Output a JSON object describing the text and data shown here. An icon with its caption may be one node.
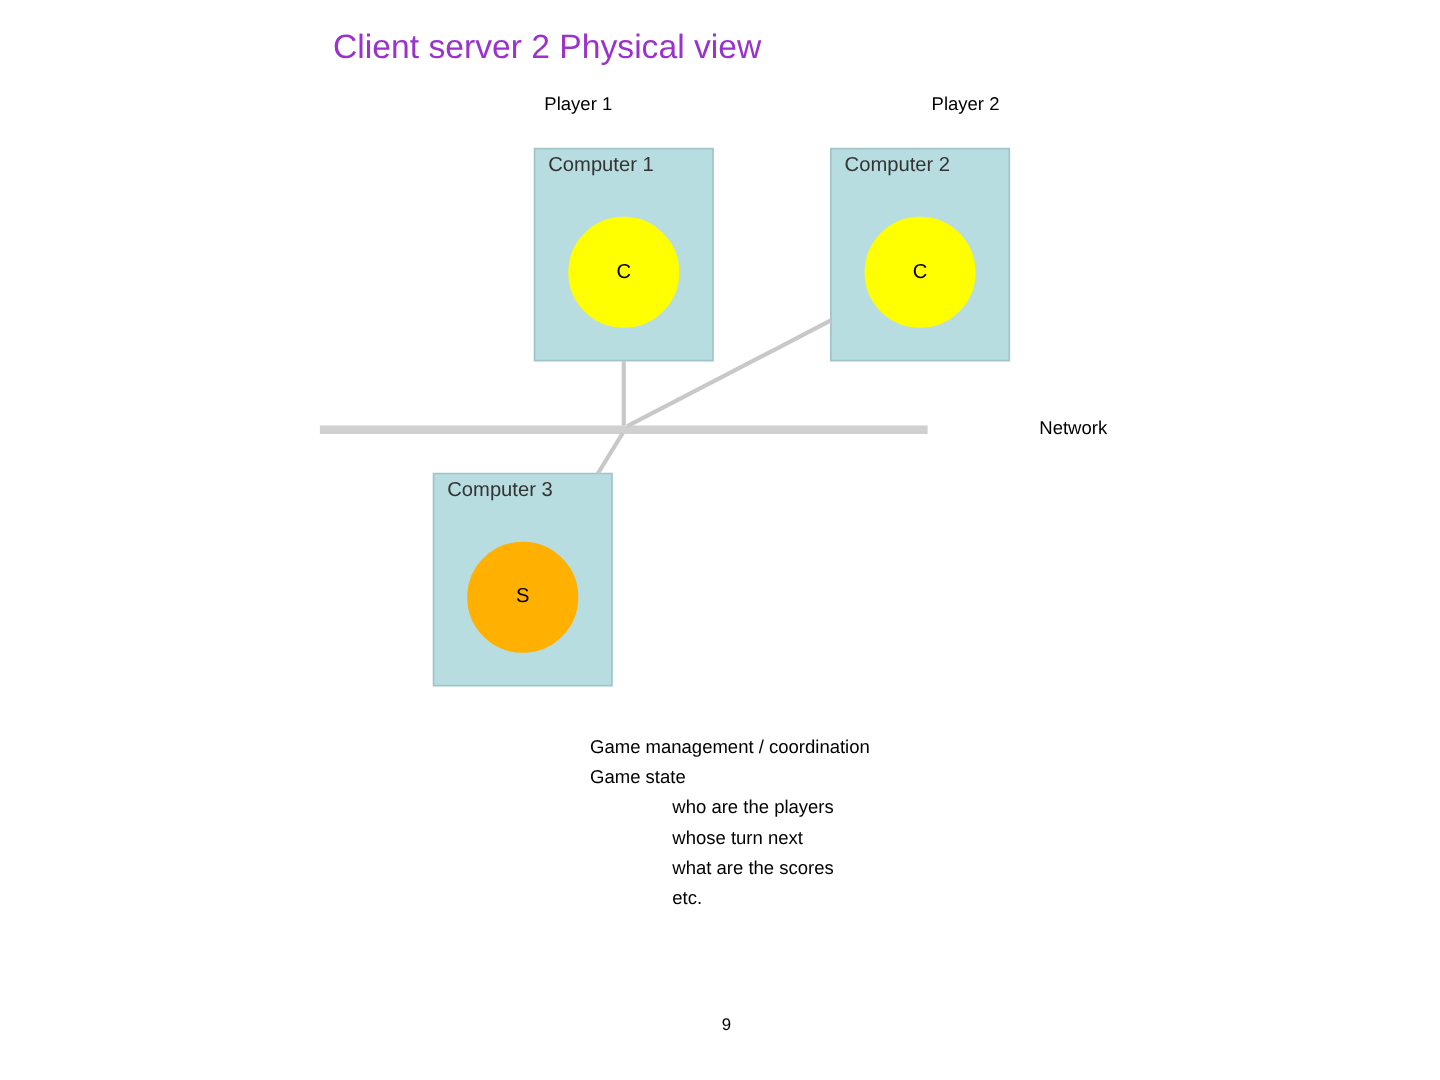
{
  "diagram": {
    "title": "Client server 2 Physical view",
    "nodes": [
      {
        "text": [
          "Computer 1"
        ],
        "beside": [
          "Player 1"
        ]
      },
      {
        "text": [
          "C"
        ],
        "in": 0
      },
      {
        "text": [
          "Computer 2"
        ],
        "beside": [
          "Player 2"
        ]
      },
      {
        "text": [
          "C"
        ],
        "in": 2
      },
      {
        "text": [],
        "shape": "bar"
      },
      {
        "text": [
          "Computer 3"
        ]
      },
      {
        "text": [
          "S"
        ],
        "in": 5
      }
    ],
    "edges": [
      {
        "from": 0,
        "to": 4,
        "arrow": "none"
      },
      {
        "from": 2,
        "to": 4,
        "arrow": "none"
      },
      {
        "from": 4,
        "to": 5,
        "arrow": "none"
      }
    ],
    "labels": [
      "Network",
      "Game management / coordination",
      "Game state",
      "who are the players",
      "whose turn next",
      "what are the scores",
      "etc.",
      "9"
    ]
  }
}
